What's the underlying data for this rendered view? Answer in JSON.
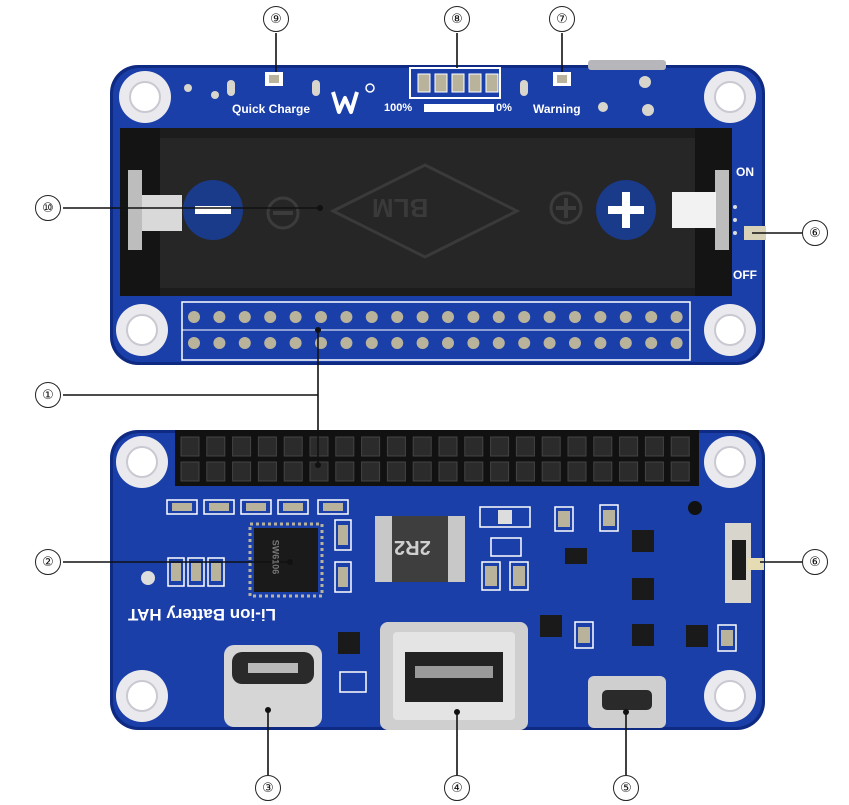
{
  "board_top": {
    "silkscreen": {
      "quick_charge": "Quick Charge",
      "pct_100": "100%",
      "pct_0": "0%",
      "warning": "Warning",
      "on": "ON",
      "off": "OFF"
    },
    "battery_holder_mark": "BLM"
  },
  "board_bottom": {
    "silkscreen": {
      "product_name": "Li-ion Battery HAT"
    },
    "inductor_mark": "2R2",
    "chip_mark": "SW6106"
  },
  "callouts": {
    "c1": "①",
    "c2": "②",
    "c3": "③",
    "c4": "④",
    "c5": "⑤",
    "c6_top": "⑥",
    "c6_bottom": "⑥",
    "c7": "⑦",
    "c8": "⑧",
    "c9": "⑨",
    "c10": "⑩"
  },
  "colors": {
    "pcb_blue": "#1b3fa8",
    "pcb_edge": "#0e2a82",
    "pad_metal": "#b9b39c",
    "holder_black": "#1c1c1c",
    "header_black": "#111111",
    "silkscreen": "#ffffff"
  }
}
